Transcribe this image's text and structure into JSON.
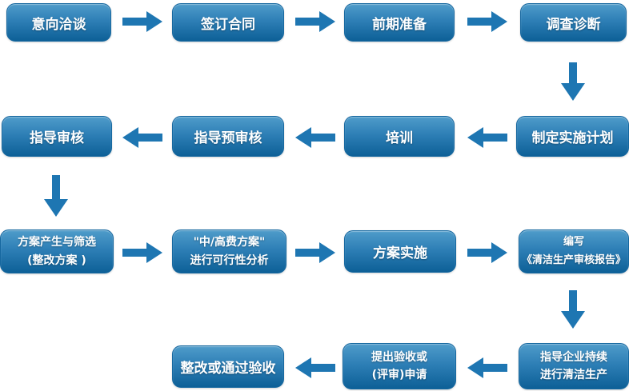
{
  "colors": {
    "bg": "#ffffff",
    "box_top": "#4f9cca",
    "box_mid": "#2e7fb6",
    "box_bottom": "#0d6097",
    "box_border": "#1668a0",
    "box_text": "#ffffff",
    "arrow": "#1e76b2"
  },
  "diagram_type": "process-flowchart",
  "rows": [
    {
      "flow": "left-to-right",
      "boxes": [
        {
          "lines": [
            "意向洽谈"
          ]
        },
        {
          "lines": [
            "签订合同"
          ]
        },
        {
          "lines": [
            "前期准备"
          ]
        },
        {
          "lines": [
            "调查诊断"
          ]
        }
      ]
    },
    {
      "flow": "right-to-left",
      "boxes": [
        {
          "lines": [
            "指导审核"
          ]
        },
        {
          "lines": [
            "指导预审核"
          ]
        },
        {
          "lines": [
            "培训"
          ]
        },
        {
          "lines": [
            "制定实施计划"
          ]
        }
      ]
    },
    {
      "flow": "left-to-right",
      "boxes": [
        {
          "lines": [
            "方案产生与筛选",
            "(整改方案 )"
          ]
        },
        {
          "lines": [
            "\"中/高费方案\"",
            "进行可行性分析"
          ]
        },
        {
          "lines": [
            "方案实施"
          ]
        },
        {
          "lines": [
            "编写",
            "《清洁生产审核报告》"
          ]
        }
      ]
    },
    {
      "flow": "right-to-left",
      "boxes": [
        {
          "lines": [
            "整改或通过验收"
          ]
        },
        {
          "lines": [
            "提出验收或",
            "(评审)申请"
          ]
        },
        {
          "lines": [
            "指导企业持续",
            "进行清洁生产"
          ]
        }
      ]
    }
  ],
  "inter_row_connectors": [
    {
      "after_row": 1,
      "side": "right",
      "direction": "down"
    },
    {
      "after_row": 2,
      "side": "left",
      "direction": "down"
    },
    {
      "after_row": 3,
      "side": "right",
      "direction": "down"
    }
  ]
}
